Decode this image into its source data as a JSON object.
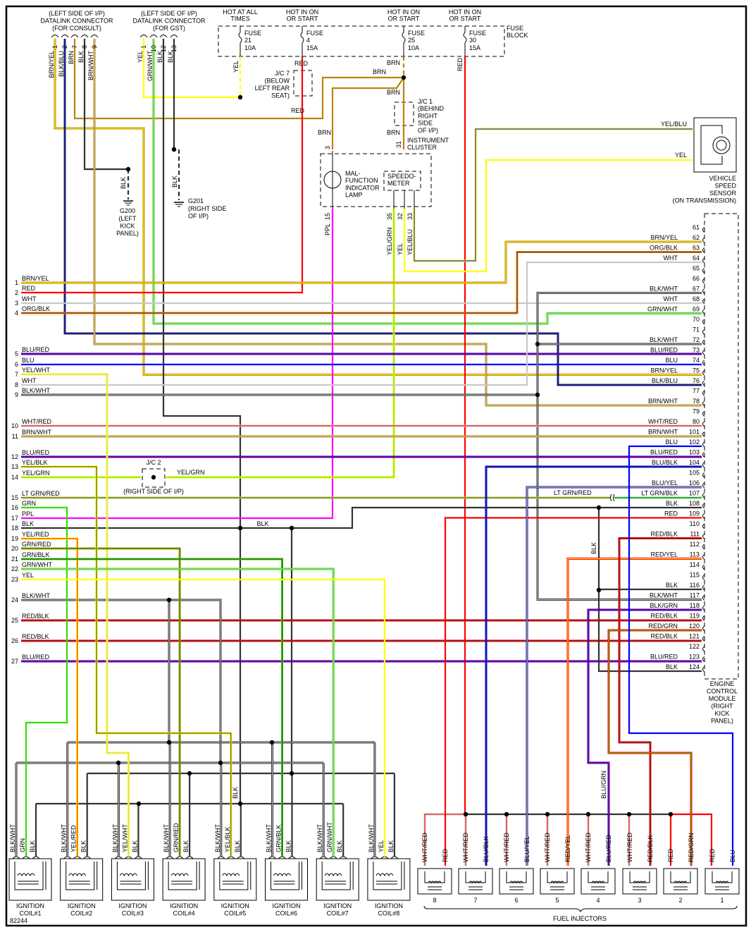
{
  "diagram_id": "82244",
  "colors": {
    "BLK": "#333333",
    "WHT": "#c8c8c8",
    "RED": "#ff0000",
    "BLU": "#0000ff",
    "YEL": "#ffff00",
    "GRN": "#33dd00",
    "BRN": "#b8860b",
    "ORG": "#ff8000",
    "PPL": "#ff00ff",
    "LT GRN": "#66ff66"
  },
  "consult": {
    "title": [
      "(LEFT SIDE OF I/P)",
      "DATALINK CONNECTOR",
      "(FOR CONSULT)"
    ],
    "pins": [
      {
        "num": "1",
        "wire": "BRN/YEL"
      },
      {
        "num": "2",
        "wire": "BLK/BLU"
      },
      {
        "num": "7",
        "wire": "BRN"
      },
      {
        "num": "8",
        "wire": "BLK"
      },
      {
        "num": "9",
        "wire": "BRN/WHT"
      }
    ]
  },
  "gst": {
    "title": [
      "(LEFT SIDE OF I/P)",
      "DATALINK CONNECTOR",
      "(FOR GST)"
    ],
    "pins": [
      {
        "num": "1",
        "wire": "YEL"
      },
      {
        "num": "10",
        "wire": "GRN/WHT"
      },
      {
        "num": "12",
        "wire": "BLK"
      },
      {
        "num": "13",
        "wire": "BLK"
      }
    ]
  },
  "fuse_block": {
    "label": [
      "FUSE",
      "BLOCK"
    ],
    "fuses": [
      {
        "feed": [
          "HOT AT ALL",
          "TIMES"
        ],
        "name": "FUSE",
        "num": "21",
        "rating": "10A",
        "wire": "YEL"
      },
      {
        "feed": [
          "HOT IN ON",
          "OR START"
        ],
        "name": "FUSE",
        "num": "4",
        "rating": "15A",
        "wire": "RED"
      },
      {
        "feed": [
          "HOT IN ON",
          "OR START"
        ],
        "name": "FUSE",
        "num": "25",
        "rating": "10A",
        "wire": "BRN"
      },
      {
        "feed": [
          "HOT IN ON",
          "OR START"
        ],
        "name": "FUSE",
        "num": "30",
        "rating": "15A",
        "wire": "RED"
      }
    ]
  },
  "jc7": [
    "J/C 7",
    "(BELOW",
    "LEFT REAR",
    "SEAT)"
  ],
  "jc1": [
    "J/C 1",
    "(BEHIND",
    "RIGHT",
    "SIDE",
    "OF I/P)"
  ],
  "jc2": {
    "label": "J/C 2",
    "location": "(RIGHT SIDE OF I/P)"
  },
  "grounds": [
    {
      "name": "G200",
      "location": [
        "(LEFT",
        "KICK",
        "PANEL)"
      ]
    },
    {
      "name": "G201",
      "location": [
        "(RIGHT SIDE",
        "OF I/P)"
      ]
    }
  ],
  "mil": {
    "label": [
      "MAL-",
      "FUNCTION",
      "INDICATOR",
      "LAMP"
    ],
    "pins": [
      "3",
      "15"
    ]
  },
  "cluster": {
    "label": [
      "INSTRUMENT",
      "CLUSTER"
    ],
    "speedo": [
      "SPEEDO-",
      "METER"
    ],
    "pins": [
      {
        "num": "31",
        "wire": "BRN"
      },
      {
        "num": "35",
        "wire": "YEL/GRN"
      },
      {
        "num": "32",
        "wire": "YEL"
      },
      {
        "num": "33",
        "wire": "YEL/BLU"
      }
    ]
  },
  "vss": {
    "label": [
      "VEHICLE",
      "SPEED",
      "SENSOR",
      "(ON TRANSMISSION)"
    ],
    "wires": [
      "YEL/BLU",
      "YEL"
    ]
  },
  "wire_labels": {
    "fuse21_yel": "YEL",
    "fuse4_red": "RED",
    "jc7_red": "RED",
    "brn_top": "BRN",
    "fuse25_brn": "BRN",
    "jc1_brn_top": "BRN",
    "jc1_brn_bot": "BRN",
    "mil_brn": "BRN",
    "fuse30_red": "RED",
    "mil_ppl": "PPL",
    "g200_blk": "BLK",
    "g201_blk": "BLK",
    "jc2_yelgrn": "YEL/GRN",
    "ltgrnred": "LT GRN/RED",
    "bus_blk": "BLK",
    "ecm_blk": "BLK",
    "coil_blk": "BLK",
    "inj_blugrn": "BLU/GRN"
  },
  "harness_pins": [
    {
      "num": "1",
      "wire": "BRN/YEL"
    },
    {
      "num": "2",
      "wire": "RED"
    },
    {
      "num": "3",
      "wire": "WHT"
    },
    {
      "num": "4",
      "wire": "ORG/BLK"
    },
    {
      "num": "5",
      "wire": "BLU/RED"
    },
    {
      "num": "6",
      "wire": "BLU"
    },
    {
      "num": "7",
      "wire": "YEL/WHT"
    },
    {
      "num": "8",
      "wire": "WHT"
    },
    {
      "num": "9",
      "wire": "BLK/WHT"
    },
    {
      "num": "10",
      "wire": "WHT/RED"
    },
    {
      "num": "11",
      "wire": "BRN/WHT"
    },
    {
      "num": "12",
      "wire": "BLU/RED"
    },
    {
      "num": "13",
      "wire": "YEL/BLK"
    },
    {
      "num": "14",
      "wire": "YEL/GRN"
    },
    {
      "num": "15",
      "wire": "LT GRN/RED"
    },
    {
      "num": "16",
      "wire": "GRN"
    },
    {
      "num": "17",
      "wire": "PPL"
    },
    {
      "num": "18",
      "wire": "BLK"
    },
    {
      "num": "19",
      "wire": "YEL/RED"
    },
    {
      "num": "20",
      "wire": "GRN/RED"
    },
    {
      "num": "21",
      "wire": "GRN/BLK"
    },
    {
      "num": "22",
      "wire": "GRN/WHT"
    },
    {
      "num": "23",
      "wire": "YEL"
    },
    {
      "num": "24",
      "wire": "BLK/WHT"
    },
    {
      "num": "25",
      "wire": "RED/BLK"
    },
    {
      "num": "26",
      "wire": "RED/BLK"
    },
    {
      "num": "27",
      "wire": "BLU/RED"
    }
  ],
  "ecm": {
    "label": [
      "ENGINE",
      "CONTROL",
      "MODULE",
      "(RIGHT",
      "KICK",
      "PANEL)"
    ],
    "pins": [
      {
        "num": "61",
        "wire": ""
      },
      {
        "num": "62",
        "wire": "BRN/YEL"
      },
      {
        "num": "63",
        "wire": "ORG/BLK"
      },
      {
        "num": "64",
        "wire": "WHT"
      },
      {
        "num": "65",
        "wire": ""
      },
      {
        "num": "66",
        "wire": ""
      },
      {
        "num": "67",
        "wire": "BLK/WHT"
      },
      {
        "num": "68",
        "wire": "WHT"
      },
      {
        "num": "69",
        "wire": "GRN/WHT"
      },
      {
        "num": "70",
        "wire": ""
      },
      {
        "num": "71",
        "wire": ""
      },
      {
        "num": "72",
        "wire": "BLK/WHT"
      },
      {
        "num": "73",
        "wire": "BLU/RED"
      },
      {
        "num": "74",
        "wire": "BLU"
      },
      {
        "num": "75",
        "wire": "BRN/YEL"
      },
      {
        "num": "76",
        "wire": "BLK/BLU"
      },
      {
        "num": "77",
        "wire": ""
      },
      {
        "num": "78",
        "wire": "BRN/WHT"
      },
      {
        "num": "79",
        "wire": ""
      },
      {
        "num": "80",
        "wire": "WHT/RED"
      },
      {
        "num": "101",
        "wire": "BRN/WHT"
      },
      {
        "num": "102",
        "wire": "BLU"
      },
      {
        "num": "103",
        "wire": "BLU/RED"
      },
      {
        "num": "104",
        "wire": "BLU/BLK"
      },
      {
        "num": "105",
        "wire": ""
      },
      {
        "num": "106",
        "wire": "BLU/YEL"
      },
      {
        "num": "107",
        "wire": "LT GRN/BLK"
      },
      {
        "num": "108",
        "wire": "BLK"
      },
      {
        "num": "109",
        "wire": "RED"
      },
      {
        "num": "110",
        "wire": ""
      },
      {
        "num": "111",
        "wire": "RED/BLK"
      },
      {
        "num": "112",
        "wire": ""
      },
      {
        "num": "113",
        "wire": "RED/YEL"
      },
      {
        "num": "114",
        "wire": ""
      },
      {
        "num": "115",
        "wire": ""
      },
      {
        "num": "116",
        "wire": "BLK"
      },
      {
        "num": "117",
        "wire": "BLK/WHT"
      },
      {
        "num": "118",
        "wire": "BLK/GRN"
      },
      {
        "num": "119",
        "wire": "RED/BLK"
      },
      {
        "num": "120",
        "wire": "RED/GRN"
      },
      {
        "num": "121",
        "wire": "RED/BLK"
      },
      {
        "num": "122",
        "wire": ""
      },
      {
        "num": "123",
        "wire": "BLU/RED"
      },
      {
        "num": "124",
        "wire": "BLK"
      }
    ]
  },
  "coils": [
    {
      "label": [
        "IGNITION",
        "COIL#1"
      ],
      "wires": [
        "BLK/WHT",
        "GRN",
        "BLK"
      ]
    },
    {
      "label": [
        "IGNITION",
        "COIL#2"
      ],
      "wires": [
        "BLK/WHT",
        "YEL/RED",
        "BLK"
      ]
    },
    {
      "label": [
        "IGNITION",
        "COIL#3"
      ],
      "wires": [
        "BLK/WHT",
        "YEL/WHT",
        "BLK"
      ]
    },
    {
      "label": [
        "IGNITION",
        "COIL#4"
      ],
      "wires": [
        "BLK/WHT",
        "GRN/RED",
        "BLK"
      ]
    },
    {
      "label": [
        "IGNITION",
        "COIL#5"
      ],
      "wires": [
        "BLK/WHT",
        "YEL/BLK",
        "BLK"
      ]
    },
    {
      "label": [
        "IGNITION",
        "COIL#6"
      ],
      "wires": [
        "BLK/WHT",
        "GRN/BLK",
        "BLK"
      ]
    },
    {
      "label": [
        "IGNITION",
        "COIL#7"
      ],
      "wires": [
        "BLK/WHT",
        "GRN/WHT",
        "BLK"
      ]
    },
    {
      "label": [
        "IGNITION",
        "COIL#8"
      ],
      "wires": [
        "BLK/WHT",
        "YEL",
        "BLK"
      ]
    }
  ],
  "injectors": {
    "label": "FUEL INJECTORS",
    "items": [
      {
        "num": "8",
        "wires": [
          "WHT/RED",
          "RED"
        ]
      },
      {
        "num": "7",
        "wires": [
          "WHT/RED",
          "BLU/BLK"
        ]
      },
      {
        "num": "6",
        "wires": [
          "WHT/RED",
          "BLU/YEL"
        ]
      },
      {
        "num": "5",
        "wires": [
          "WHT/RED",
          "RED/YEL"
        ]
      },
      {
        "num": "4",
        "wires": [
          "WHT/RED",
          "BLU/RED"
        ]
      },
      {
        "num": "3",
        "wires": [
          "WHT/RED",
          "RED/BLK"
        ]
      },
      {
        "num": "2",
        "wires": [
          "RED",
          "RED/GRN"
        ]
      },
      {
        "num": "1",
        "wires": [
          "RED",
          "BLU"
        ]
      }
    ]
  }
}
